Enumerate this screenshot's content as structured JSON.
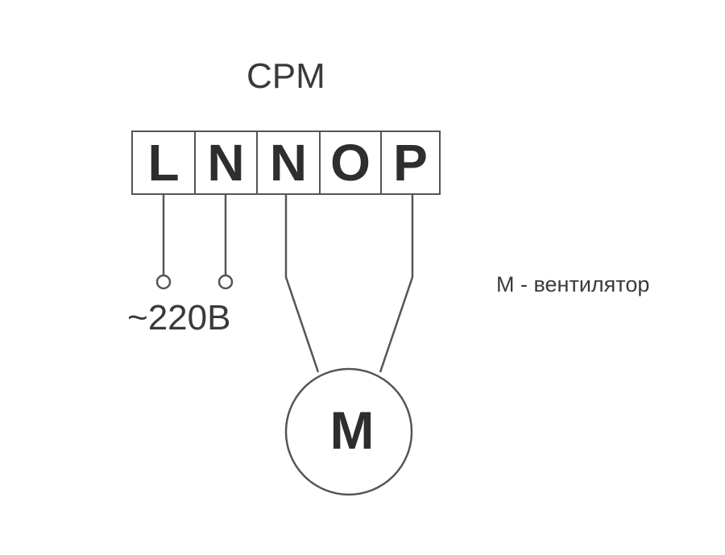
{
  "title": "CPM",
  "terminals": [
    "L",
    "N",
    "N",
    "O",
    "P"
  ],
  "supply_label": "~220B",
  "motor_symbol": "M",
  "legend": "M - вентилятор"
}
